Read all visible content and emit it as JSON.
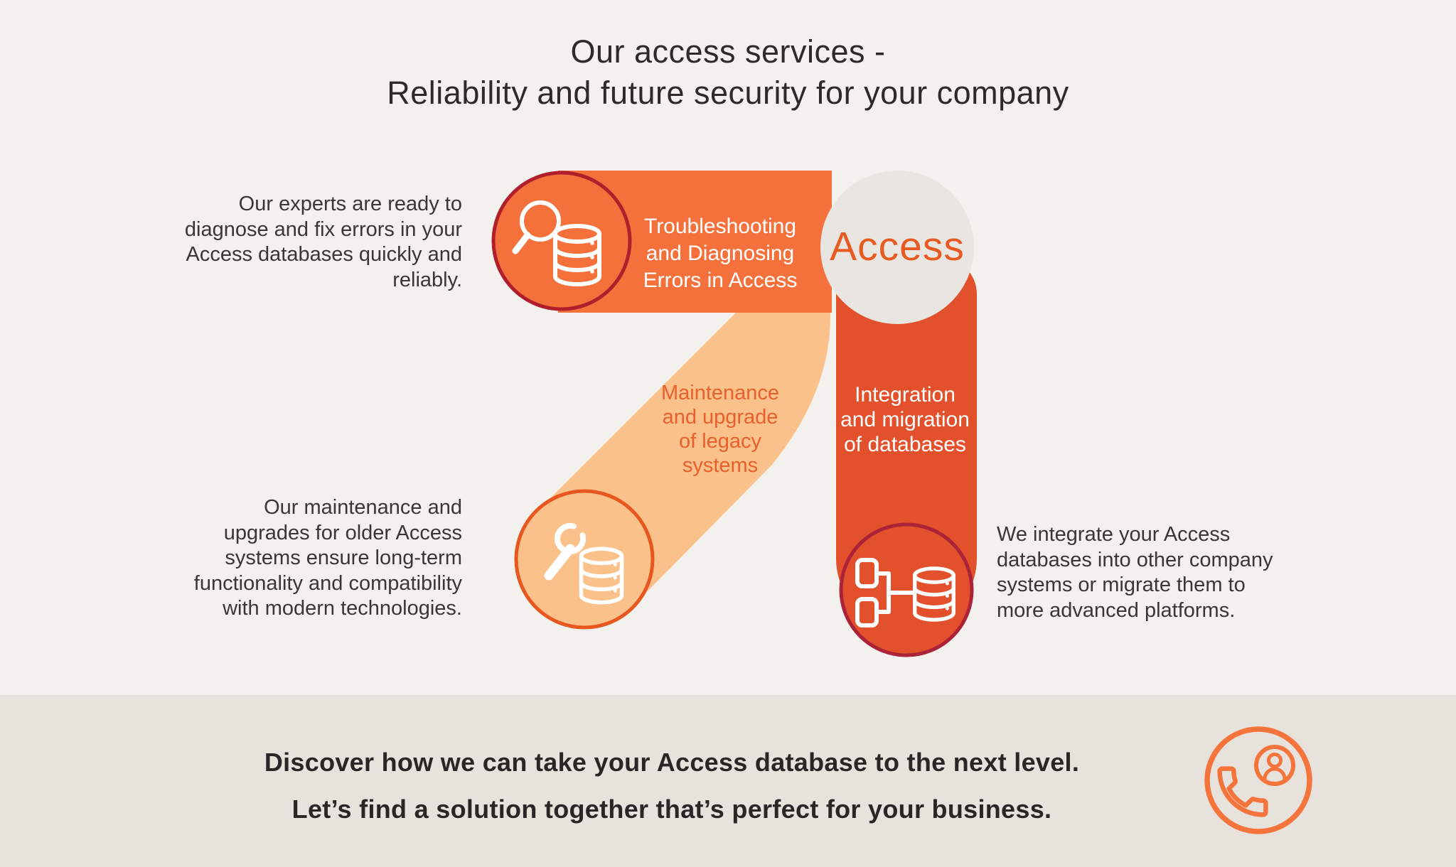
{
  "title": {
    "text": "Our access services -\nReliability and future security for your company"
  },
  "diagram": {
    "access_label": "Access",
    "segments": [
      {
        "id": "troubleshooting",
        "label": "Troubleshooting\nand Diagnosing\nErrors in Access",
        "description": "Our experts are ready to\ndiagnose and fix errors in your\nAccess databases quickly and\nreliably.",
        "icon": "magnifier-database-icon",
        "bar_color": "#F4713C",
        "circle_border_color": "#B11F2D",
        "label_color": "#FFFFFF"
      },
      {
        "id": "maintenance",
        "label": "Maintenance\nand upgrade\nof legacy\nsystems",
        "description": "Our maintenance and\nupgrades for older Access\nsystems ensure long-term\nfunctionality and compatibility\nwith modern technologies.",
        "icon": "wrench-database-icon",
        "bar_color": "#FBC18B",
        "circle_border_color": "#E8571F",
        "label_color": "#E8602C"
      },
      {
        "id": "integration",
        "label": "Integration\nand migration\nof databases",
        "description": "We integrate your Access\ndatabases into other company\nsystems or migrate them to\nmore advanced platforms.",
        "icon": "flowchart-database-icon",
        "bar_color": "#E2512B",
        "circle_border_color": "#AC2238",
        "label_color": "#FFFFFF"
      }
    ]
  },
  "footer": {
    "text": "Discover how we can take your Access database to the next level.\nLet’s find a solution together that’s perfect for your business.",
    "icon": "phone-contact-icon"
  },
  "colors": {
    "background": "#F3F1ED",
    "footer_band": "#E7E3DC",
    "orange_bar": "#F4713C",
    "peach_bar": "#FBC18B",
    "dark_orange_bar": "#E2512B",
    "dark_red_border": "#B11F2D",
    "orange_border": "#E8571F",
    "access_circle_fill": "#E9E5E0",
    "access_text": "#E75A22",
    "body_text": "#3B3537",
    "footer_text": "#2B2625",
    "phone_icon": "#F5743C"
  }
}
